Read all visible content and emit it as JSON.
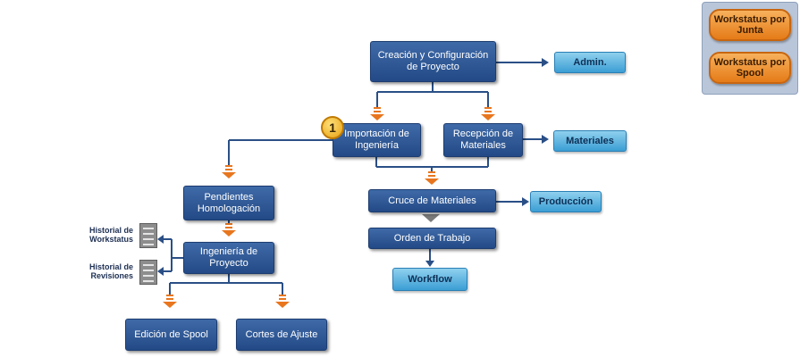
{
  "nodes": {
    "creacion": "Creación y Configuración de Proyecto",
    "importacion": "Importación de Ingeniería",
    "recepcion": "Recepción de Materiales",
    "pendientes": "Pendientes Homologación",
    "ingenieria": "Ingeniería de Proyecto",
    "cruce": "Cruce de Materiales",
    "orden": "Orden de Trabajo",
    "edicion": "Edición de Spool",
    "cortes": "Cortes de Ajuste"
  },
  "tags": {
    "admin": "Admin.",
    "materiales": "Materiales",
    "produccion": "Producción",
    "workflow": "Workflow"
  },
  "side_labels": {
    "historial_workstatus": "Historial de Workstatus",
    "historial_revisiones": "Historial de Revisiones"
  },
  "badge": "1",
  "panel": {
    "workstatus_junta": "Workstatus por Junta",
    "workstatus_spool": "Workstatus por Spool"
  },
  "colors": {
    "node_blue": "#2b5391",
    "tag_blue": "#5db4e2",
    "arrow_orange": "#e8761e",
    "panel_bg": "#b9c6d9"
  }
}
